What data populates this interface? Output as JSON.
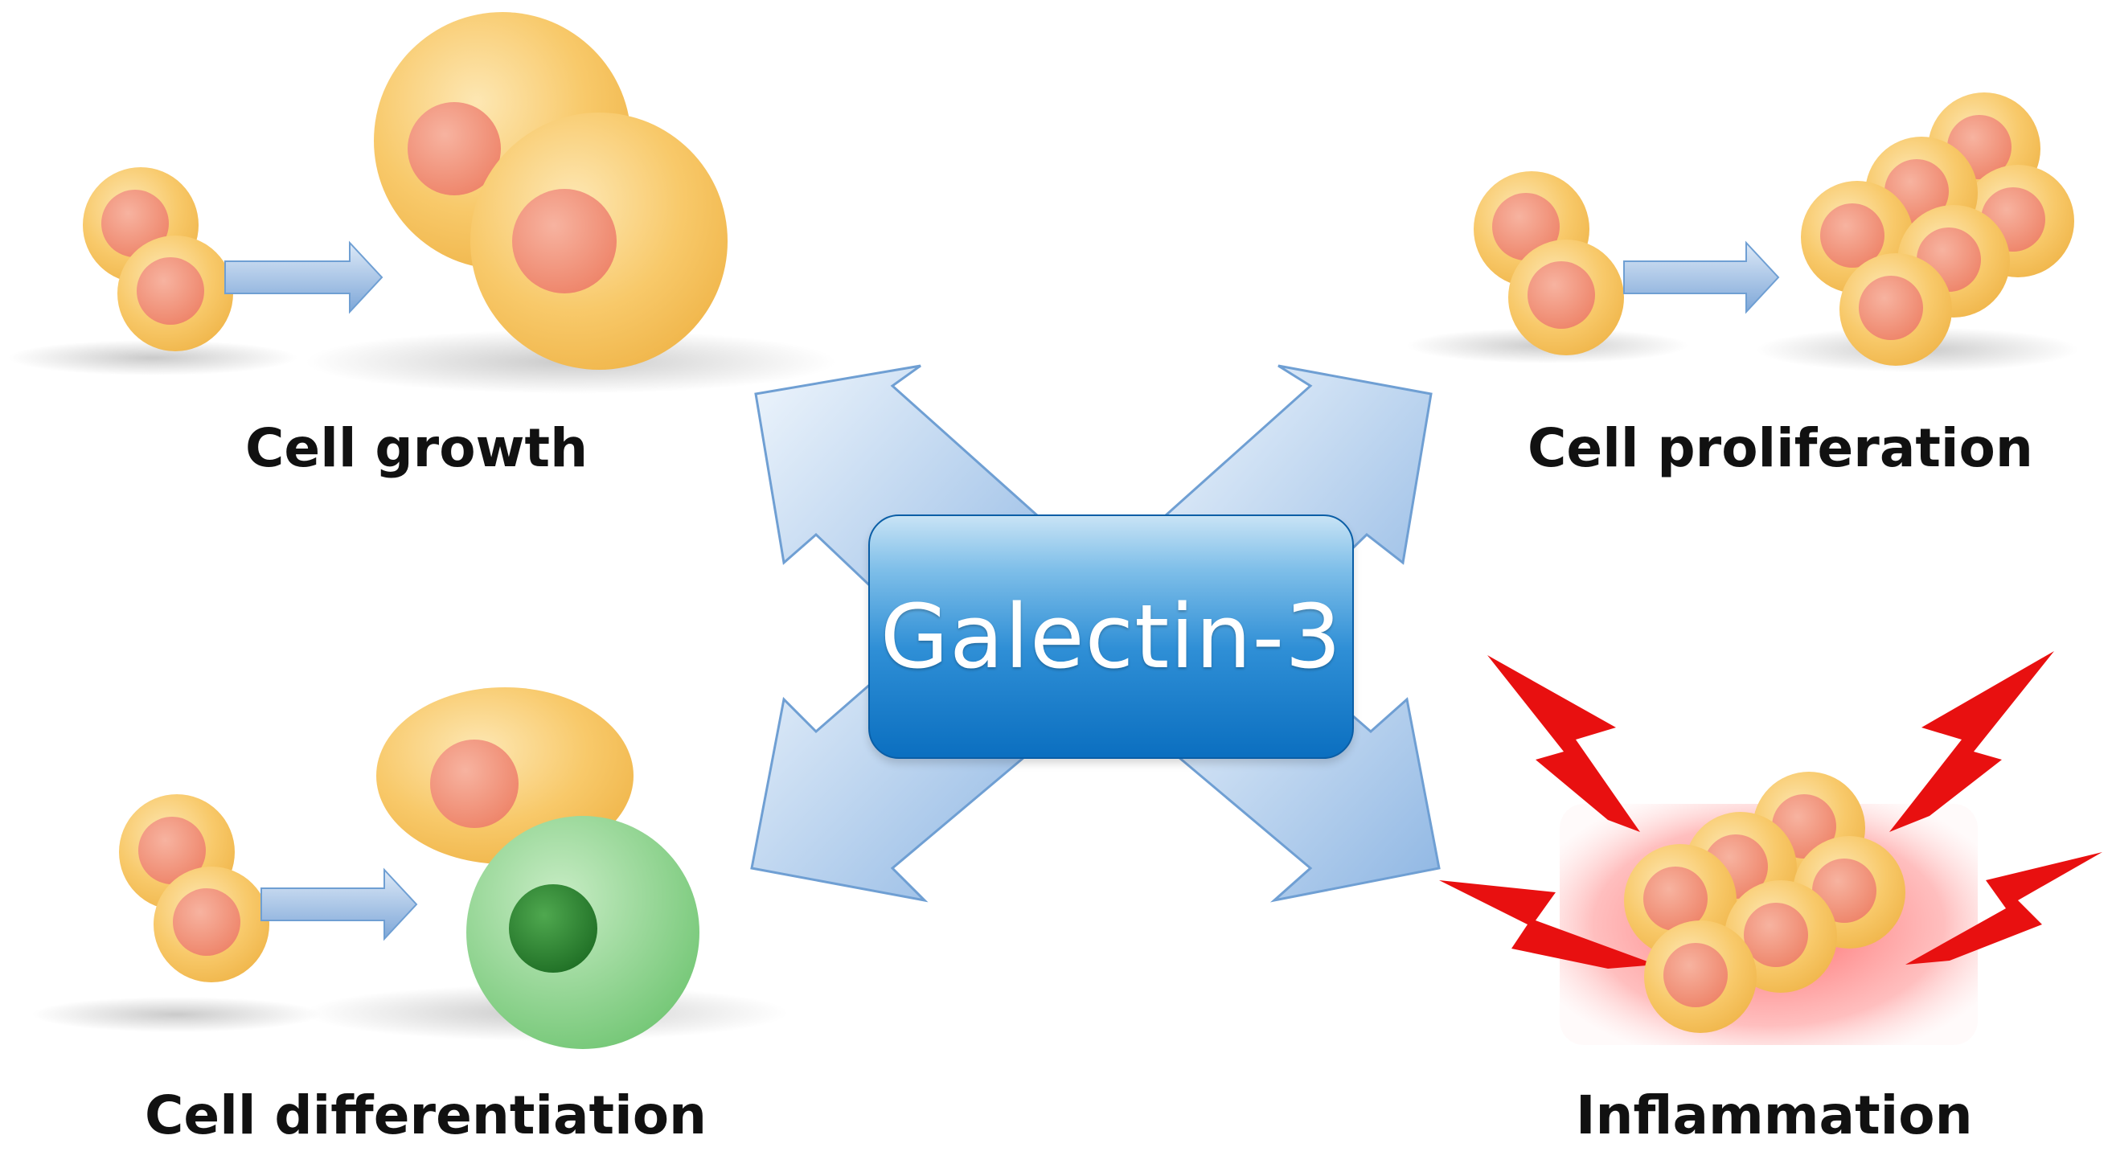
{
  "hub": {
    "title": "Galectin-3"
  },
  "processes": [
    {
      "label": "Cell growth"
    },
    {
      "label": "Cell proliferation"
    },
    {
      "label": "Cell differentiation"
    },
    {
      "label": "Inflammation"
    }
  ],
  "colors": {
    "cell_body": "#f7c25c",
    "cell_nucleus": "#f08a75",
    "differentiated_cell": "#7ccf7f",
    "differentiated_nucleus": "#2f8f35",
    "arrow_blue": "#a9c7ea",
    "hub_blue": "#1a7fce",
    "inflammation_red": "#e81010"
  }
}
